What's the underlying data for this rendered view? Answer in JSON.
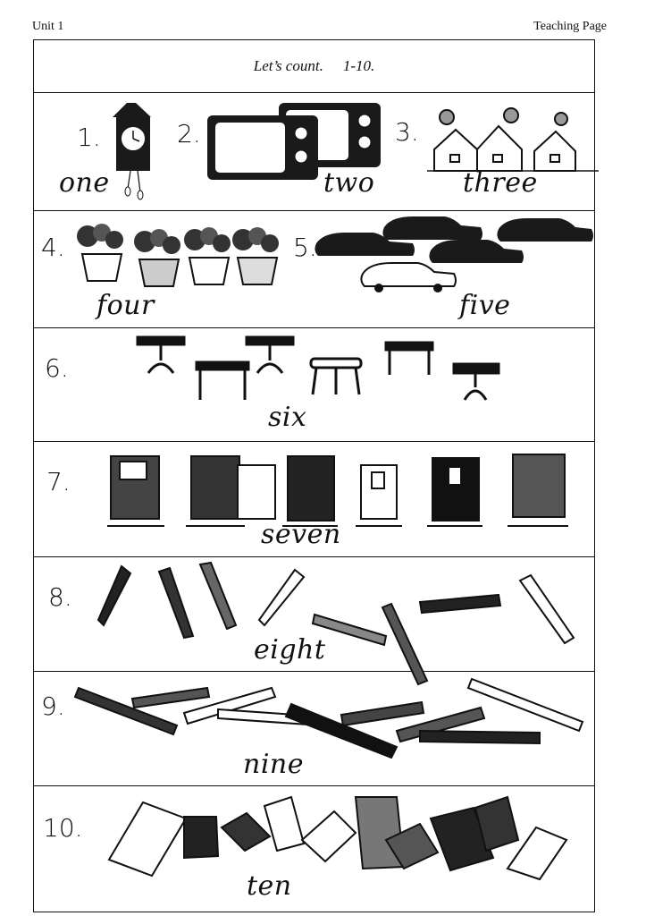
{
  "header": {
    "unit": "Unit 1",
    "page": "Teaching Page"
  },
  "title": {
    "main": "Let’s count.",
    "range": "1-10."
  },
  "rows": [
    {
      "items": [
        {
          "number": "1.",
          "word": "one",
          "count": 1,
          "object": "clock-icon"
        },
        {
          "number": "2.",
          "word": "two",
          "count": 2,
          "object": "television-icon"
        },
        {
          "number": "3.",
          "word": "three",
          "count": 3,
          "object": "house-icon"
        }
      ]
    },
    {
      "items": [
        {
          "number": "4.",
          "word": "four",
          "count": 4,
          "object": "flower-pot-icon"
        },
        {
          "number": "5.",
          "word": "five",
          "count": 5,
          "object": "car-icon"
        }
      ]
    },
    {
      "items": [
        {
          "number": "6.",
          "word": "six",
          "count": 6,
          "object": "stool-table-icon"
        }
      ]
    },
    {
      "items": [
        {
          "number": "7.",
          "word": "seven",
          "count": 7,
          "object": "door-icon"
        }
      ]
    },
    {
      "items": [
        {
          "number": "8.",
          "word": "eight",
          "count": 8,
          "object": "pencil-icon"
        }
      ]
    },
    {
      "items": [
        {
          "number": "9.",
          "word": "nine",
          "count": 9,
          "object": "ruler-icon"
        }
      ]
    },
    {
      "items": [
        {
          "number": "10.",
          "word": "ten",
          "count": 10,
          "object": "book-icon"
        }
      ]
    }
  ]
}
